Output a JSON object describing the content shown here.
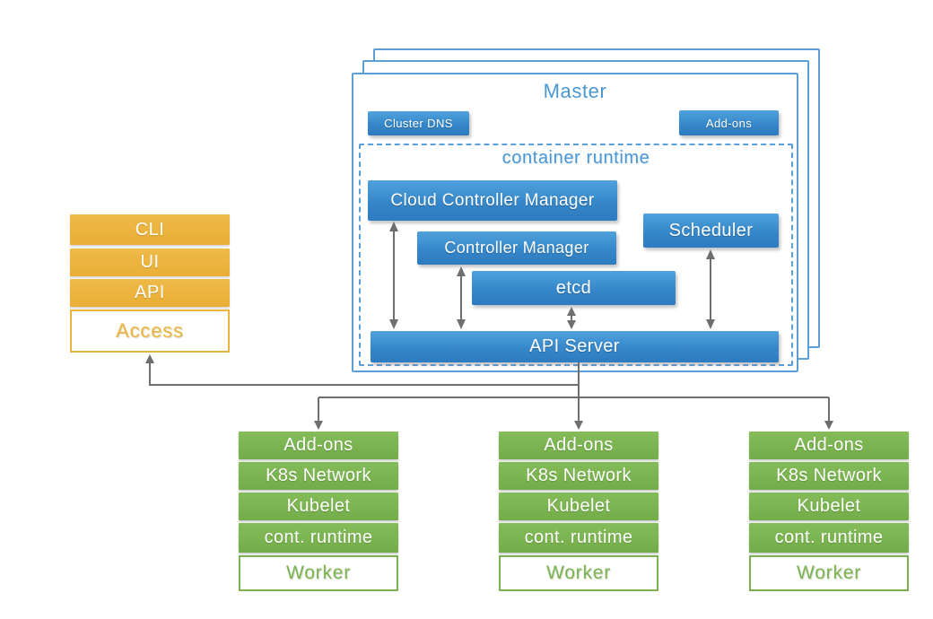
{
  "colors": {
    "component_blue": "#3587c9",
    "frame_blue": "#5b9fd8",
    "heading_blue": "#4a97d6",
    "access_orange": "#ecb33d",
    "worker_green": "#7cb451",
    "connector_gray": "#6e6e6e"
  },
  "access_stack": {
    "items": [
      "CLI",
      "UI",
      "API"
    ],
    "footer": "Access"
  },
  "master": {
    "title": "Master",
    "cluster_dns_label": "Cluster DNS",
    "addons_label": "Add-ons",
    "container_runtime": {
      "title": "container runtime",
      "cloud_controller_manager": "Cloud Controller Manager",
      "controller_manager": "Controller Manager",
      "scheduler": "Scheduler",
      "etcd": "etcd",
      "api_server": "API Server"
    }
  },
  "workers": {
    "rows": [
      "Add-ons",
      "K8s Network",
      "Kubelet",
      "cont. runtime"
    ],
    "footer": "Worker"
  }
}
